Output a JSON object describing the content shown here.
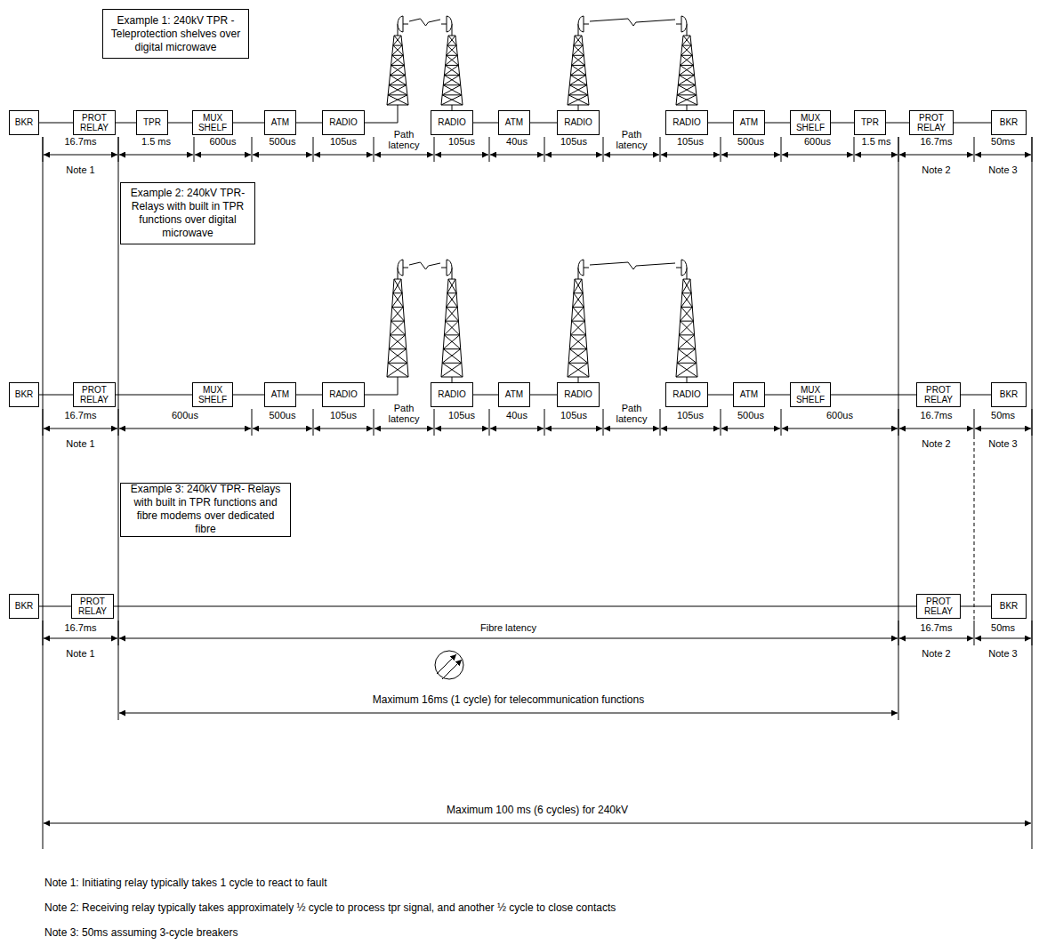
{
  "diagram": {
    "nodes": [
      {
        "text": [
          "Example 1: 240kV TPR - Teleprotection shelves over digital microwave"
        ]
      },
      {
        "text": [
          "BKR"
        ]
      },
      {
        "text": [
          "PROT RELAY"
        ]
      },
      {
        "text": [
          "TPR"
        ]
      },
      {
        "text": [
          "MUX SHELF"
        ]
      },
      {
        "text": [
          "ATM"
        ]
      },
      {
        "text": [
          "RADIO"
        ]
      },
      {
        "text": [
          "RADIO"
        ]
      },
      {
        "text": [
          "ATM"
        ]
      },
      {
        "text": [
          "RADIO"
        ]
      },
      {
        "text": [
          "RADIO"
        ]
      },
      {
        "text": [
          "ATM"
        ]
      },
      {
        "text": [
          "MUX SHELF"
        ]
      },
      {
        "text": [
          "TPR"
        ]
      },
      {
        "text": [
          "PROT RELAY"
        ]
      },
      {
        "text": [
          "BKR"
        ]
      },
      {
        "text": [
          "Example 2: 240kV TPR- Relays with built in TPR functions over digital microwave"
        ]
      },
      {
        "text": [
          "BKR"
        ]
      },
      {
        "text": [
          "PROT RELAY"
        ]
      },
      {
        "text": [
          "MUX SHELF"
        ]
      },
      {
        "text": [
          "ATM"
        ]
      },
      {
        "text": [
          "RADIO"
        ]
      },
      {
        "text": [
          "RADIO"
        ]
      },
      {
        "text": [
          "ATM"
        ]
      },
      {
        "text": [
          "RADIO"
        ]
      },
      {
        "text": [
          "RADIO"
        ]
      },
      {
        "text": [
          "ATM"
        ]
      },
      {
        "text": [
          "MUX SHELF"
        ]
      },
      {
        "text": [
          "PROT RELAY"
        ]
      },
      {
        "text": [
          "BKR"
        ]
      },
      {
        "text": [
          "Example 3: 240kV TPR- Relays with built in TPR functions and fibre modems over dedicated fibre"
        ]
      },
      {
        "text": [
          "BKR"
        ]
      },
      {
        "text": [
          "PROT RELAY"
        ]
      },
      {
        "text": [
          "PROT RELAY"
        ]
      },
      {
        "text": [
          "BKR"
        ]
      }
    ],
    "edges": [
      {
        "from": 1,
        "to": 2,
        "arrow": "none"
      },
      {
        "from": 2,
        "to": 3,
        "arrow": "none"
      },
      {
        "from": 3,
        "to": 4,
        "arrow": "none"
      },
      {
        "from": 4,
        "to": 5,
        "arrow": "none"
      },
      {
        "from": 5,
        "to": 6,
        "arrow": "none"
      },
      {
        "from": 7,
        "to": 8,
        "arrow": "none"
      },
      {
        "from": 8,
        "to": 9,
        "arrow": "none"
      },
      {
        "from": 10,
        "to": 11,
        "arrow": "none"
      },
      {
        "from": 11,
        "to": 12,
        "arrow": "none"
      },
      {
        "from": 12,
        "to": 13,
        "arrow": "none"
      },
      {
        "from": 13,
        "to": 14,
        "arrow": "none"
      },
      {
        "from": 14,
        "to": 15,
        "arrow": "none"
      },
      {
        "from": 17,
        "to": 18,
        "arrow": "none"
      },
      {
        "from": 18,
        "to": 19,
        "arrow": "none"
      },
      {
        "from": 19,
        "to": 20,
        "arrow": "none"
      },
      {
        "from": 20,
        "to": 21,
        "arrow": "none"
      },
      {
        "from": 22,
        "to": 23,
        "arrow": "none"
      },
      {
        "from": 23,
        "to": 24,
        "arrow": "none"
      },
      {
        "from": 25,
        "to": 26,
        "arrow": "none"
      },
      {
        "from": 26,
        "to": 27,
        "arrow": "none"
      },
      {
        "from": 27,
        "to": 28,
        "arrow": "none"
      },
      {
        "from": 28,
        "to": 29,
        "arrow": "none"
      },
      {
        "from": 31,
        "to": 32,
        "arrow": "none"
      },
      {
        "from": 32,
        "to": 33,
        "arrow": "none"
      },
      {
        "from": 33,
        "to": 34,
        "arrow": "none"
      }
    ],
    "labels": [
      "16.7ms",
      "1.5 ms",
      "600us",
      "500us",
      "105us",
      "Path latency",
      "105us",
      "40us",
      "105us",
      "Path latency",
      "105us",
      "500us",
      "600us",
      "1.5 ms",
      "16.7ms",
      "50ms",
      "Note 1",
      "Note 2",
      "Note 3",
      "16.7ms",
      "600us",
      "500us",
      "105us",
      "Path latency",
      "105us",
      "40us",
      "105us",
      "Path latency",
      "105us",
      "500us",
      "600us",
      "16.7ms",
      "50ms",
      "Note 1",
      "Note 2",
      "Note 3",
      "16.7ms",
      "Fibre latency",
      "16.7ms",
      "50ms",
      "Note 1",
      "Note 2",
      "Note 3",
      "Maximum 16ms (1 cycle) for telecommunication functions",
      "Maximum 100 ms (6 cycles) for 240kV",
      "Note 1: Initiating relay typically takes 1 cycle to react to fault",
      "Note 2: Receiving relay typically takes approximately ½ cycle to process tpr signal, and another ½ cycle to close contacts",
      "Note 3: 50ms assuming 3-cycle breakers"
    ]
  }
}
